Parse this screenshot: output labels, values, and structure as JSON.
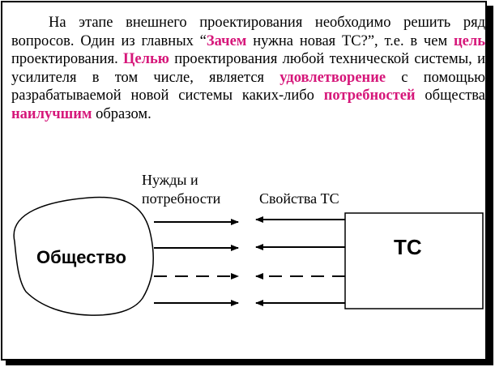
{
  "paragraph": {
    "s1": "На этапе внешнего проектирования необходимо решить ряд вопросов. Один из главных “",
    "h1": "Зачем",
    "s2": " нужна новая ТС?”, т.е. в чем ",
    "h2": "цель",
    "s3": " проектирования. ",
    "h3": "Целью",
    "s4": " проектирования любой технической системы, и усилителя в том числе, является ",
    "h4": "удовлетворение",
    "s5": " с помощью разрабатываемой новой системы каких-либо ",
    "h5": "потребностей",
    "s6": " общества ",
    "h6": "наилучшим",
    "s7": " образом."
  },
  "diagram": {
    "needs_label_line1": "Нужды и",
    "needs_label_line2": "потребности",
    "properties_label": "Свойства ТС",
    "society_label": "Общество",
    "system_label": "ТС"
  },
  "colors": {
    "highlight": "#d6177a",
    "text": "#000000",
    "shadow": "#000000"
  }
}
